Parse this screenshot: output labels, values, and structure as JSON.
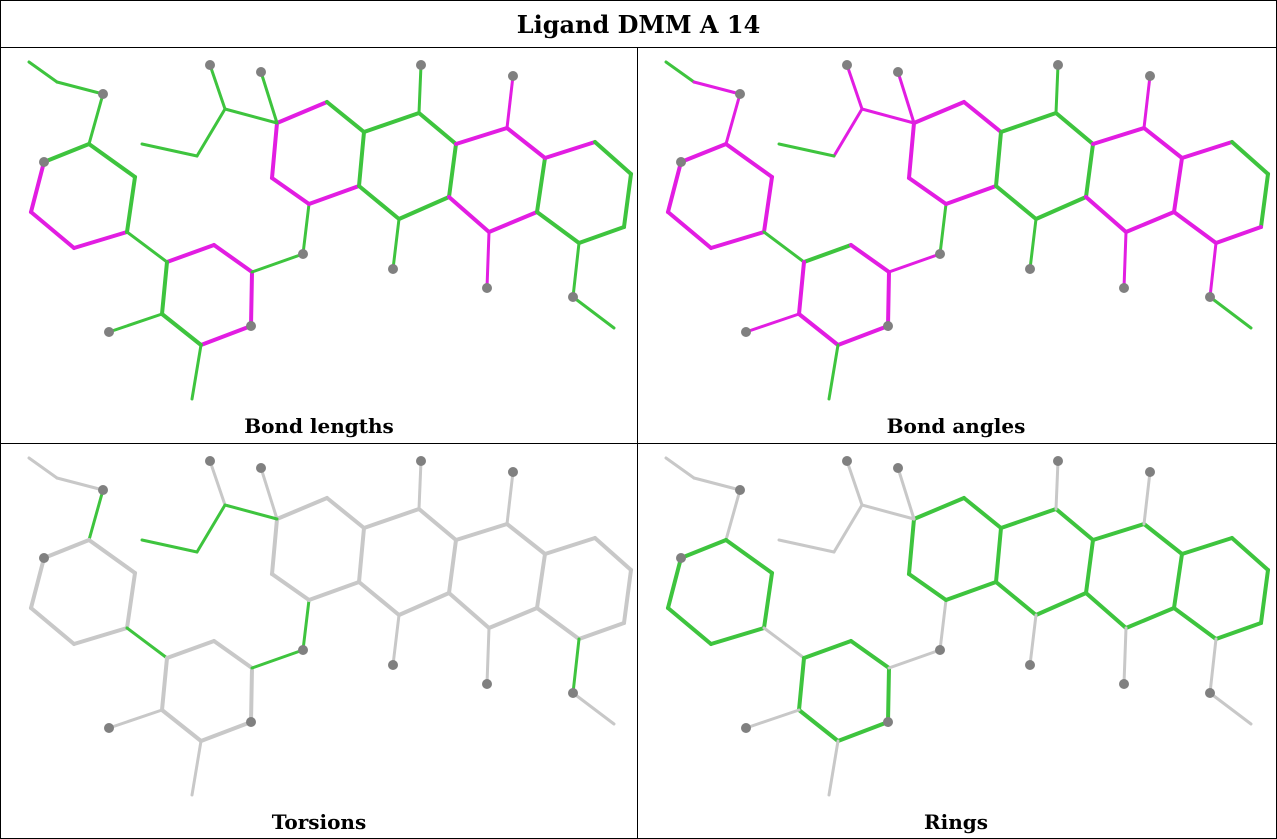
{
  "title": "Ligand DMM A 14",
  "colors": {
    "green": "#3ec43e",
    "magenta": "#e21de2",
    "grey": "#c8c8c8",
    "atom": "#808080"
  },
  "panels": [
    {
      "caption": "Bond lengths"
    },
    {
      "caption": "Bond angles"
    },
    {
      "caption": "Torsions"
    },
    {
      "caption": "Rings"
    }
  ]
}
